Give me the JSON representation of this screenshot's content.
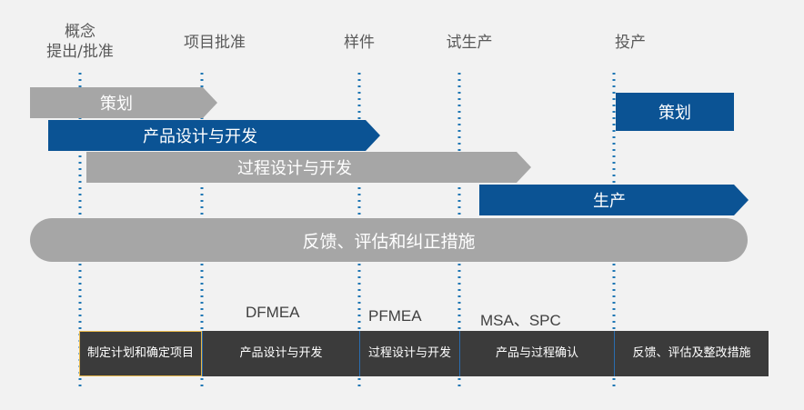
{
  "milestones": [
    {
      "label": "概念\n提出/批准"
    },
    {
      "label": "项目批准"
    },
    {
      "label": "样件"
    },
    {
      "label": "试生产"
    },
    {
      "label": "投产"
    }
  ],
  "bars": {
    "planning": "策划",
    "product_design": "产品设计与开发",
    "process_design": "过程设计与开发",
    "production": "生产",
    "planning_right": "策划",
    "feedback": "反馈、评估和纠正措施"
  },
  "tools": {
    "dfmea": "DFMEA",
    "pfmea": "PFMEA",
    "msa_spc": "MSA、SPC"
  },
  "phases": [
    {
      "label": "制定计划和确定项目"
    },
    {
      "label": "产品设计与开发"
    },
    {
      "label": "过程设计与开发"
    },
    {
      "label": "产品与过程确认"
    },
    {
      "label": "反馈、评估及整改措施"
    }
  ],
  "colors": {
    "blue": "#0b5394",
    "gray": "#a6a6a6",
    "dotted_line": "#1f77b4",
    "phase_bg": "#3b3b3b",
    "first_phase_border": "#e8b84a"
  }
}
